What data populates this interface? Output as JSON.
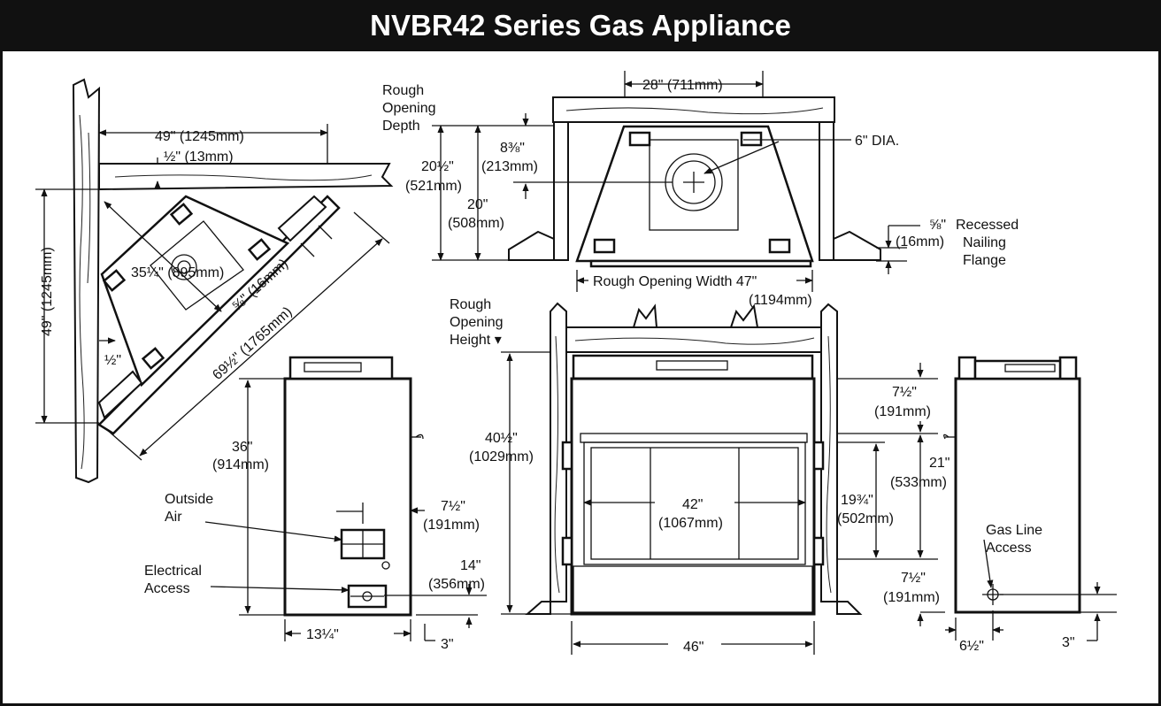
{
  "title": "NVBR42 Series Gas Appliance",
  "corner_view": {
    "width_top": "49\" (1245mm)",
    "offset_top": "½\" (13mm)",
    "height_side": "49\" (1245mm)",
    "offset_side": "½\"",
    "depth": "35¼\" (895mm)",
    "recess": "⅝\" (16mm)",
    "diagonal": "69½\" (1765mm)"
  },
  "top_view": {
    "rough_opening_depth": "Rough Opening Depth",
    "width": "28\" (711mm)",
    "vent_dia": "6\" DIA.",
    "depth_a": "20½\"",
    "depth_a_mm": "(521mm)",
    "depth_b": "8⅜\"",
    "depth_b_mm": "(213mm)",
    "depth_c": "20\"",
    "depth_c_mm": "(508mm)",
    "recess": "⅝\"",
    "recess_mm": "(16mm)",
    "flange_label": "Recessed Nailing Flange",
    "rough_opening_width": "Rough Opening Width 47\"",
    "rough_opening_width_mm": "(1194mm)"
  },
  "side_view_left": {
    "height": "36\"",
    "height_mm": "(914mm)",
    "outside_air": "Outside Air",
    "electrical_access": "Electrical Access",
    "offset": "7½\"",
    "offset_mm": "(191mm)",
    "elec_height": "14\"",
    "elec_height_mm": "(356mm)",
    "width": "13¼\"",
    "bottom": "3\""
  },
  "front_view": {
    "rough_opening_height": "Rough Opening Height",
    "height": "40½\"",
    "height_mm": "(1029mm)",
    "glass_width": "42\"",
    "glass_width_mm": "(1067mm)",
    "overall_width": "46\"",
    "right_top": "7½\"",
    "right_top_mm": "(191mm)",
    "right_mid": "21\"",
    "right_mid_mm": "(533mm)",
    "glass_height": "19¾\"",
    "glass_height_mm": "(502mm)",
    "right_bottom": "7½\"",
    "right_bottom_mm": "(191mm)"
  },
  "side_view_right": {
    "gas_line": "Gas Line Access",
    "offset": "6½\"",
    "bottom": "3\""
  }
}
